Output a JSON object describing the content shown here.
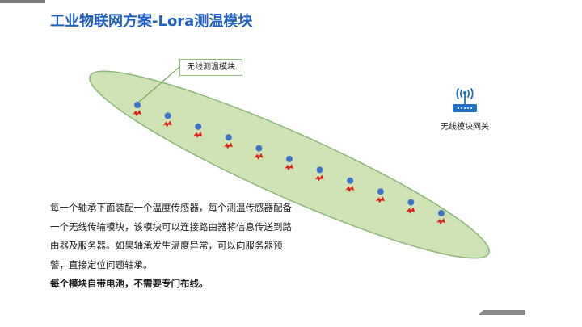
{
  "slide": {
    "title": "工业物联网方案-Lora测温模块",
    "callout_label": "无线测温模块",
    "gateway": {
      "icon": "wireless-router-icon",
      "label": "无线模块网关",
      "color": "#1f6fc6"
    },
    "description": {
      "text": "每一个轴承下面装配一个温度传感器，每个测温传感器配备一个无线传输模块，该模块可以连接路由器将信息传送到路由器及服务器。如果轴承发生温度异常，可以向服务器预警，直接定位问题轴承。",
      "emphasis": "每个模块自带电池，不需要专门布线。"
    },
    "colors": {
      "title": "#1f5fbf",
      "band_fill": "#cfe3b4",
      "band_stroke": "#8db87a",
      "module_dot": "#3f73c9",
      "sensor_icon": "#e0201b"
    }
  }
}
